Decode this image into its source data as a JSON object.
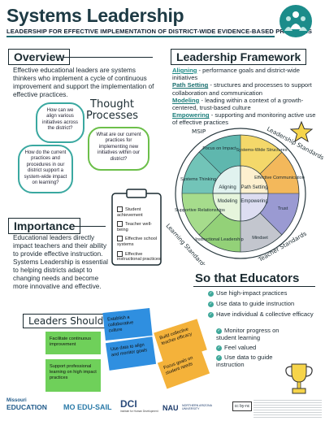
{
  "header": {
    "title": "Systems Leadership",
    "subtitle": "LEADERSHIP FOR EFFECTIVE IMPLEMENTATION OF DISTRICT-WIDE EVIDENCE-BASED PRACTICES"
  },
  "overview": {
    "heading": "Overview",
    "text": "Effective educational leaders are systems thinkers who implement a cycle of continuous improvement and support the implementation of effective practices."
  },
  "thought": {
    "heading_line1": "Thought",
    "heading_line2": "Processes",
    "q1": "How can we align various initiatives across the district?",
    "q2": "What are our current practices for implementing new initiatives within our district?",
    "q3": "How do the current practices and procedures in our district support a system-wide impact on learning?"
  },
  "framework": {
    "heading": "Leadership Framework",
    "items": [
      {
        "key": "Aligning",
        "text": " - performance goals and district-wide initiatives"
      },
      {
        "key": "Path Setting",
        "text": " - structures and processes to support collaboration and communication"
      },
      {
        "key": "Modeling",
        "text": " - leading within a context of a growth-centered, trust-based culture"
      },
      {
        "key": "Empowering",
        "text": " - supporting and monitoring active use of effective practices"
      }
    ]
  },
  "wheel": {
    "outer_top_left": "MSIP",
    "outer_top_right": "Leadership Standards",
    "outer_bottom_left": "Learning Standards",
    "outer_bottom_right": "Teacher Standards",
    "seg_focus": "Focus on Impact",
    "seg_structures": "Systems-Wide Structures",
    "seg_comm": "Effective Communication",
    "seg_trust": "Trust",
    "seg_mindset": "Mindset",
    "seg_instr": "Instructional Leadership",
    "seg_support": "Supportive Relationships",
    "seg_thinking": "Systems Thinking",
    "inner_aligning": "Aligning",
    "inner_path": "Path Setting",
    "inner_empowering": "Empowering",
    "inner_modeling": "Modeling"
  },
  "checklist": {
    "items": [
      "Student achievement",
      "Teacher well-being",
      "Effective school systems",
      "Effective instructional practices"
    ]
  },
  "importance": {
    "heading": "Importance",
    "text": "Educational leaders directly impact teachers and their ability to provide effective instruction. Systems Leadership is essential to helping districts adapt to changing needs and become more innovative and effective."
  },
  "so_that": {
    "heading": "So that Educators",
    "items": [
      "Use high-impact practices",
      "Use data to guide instruction",
      "Have individual & collective efficacy"
    ],
    "sub_items": [
      "Monitor progress on student learning",
      "Feel valued",
      "Use data to guide instruction"
    ]
  },
  "leaders": {
    "heading": "Leaders Should",
    "green_notes": [
      "Facilitate continuous improvement",
      "Support professional learning on high impact practices"
    ],
    "blue_notes": [
      "Establish a collaborative culture",
      "Use data to align and monitor goals"
    ],
    "orange_notes": [
      "Build collective teacher efficacy",
      "Focus goals on student needs"
    ]
  },
  "footer": {
    "logo1_line1": "Missouri",
    "logo1_line2": "EDUCATION",
    "logo2": "MO EDU-SAIL",
    "logo3": "DCI",
    "logo3_sub": "Institute for Human Development",
    "logo4": "NAU",
    "logo4_sub": "NORTHERN ARIZONA UNIVERSITY",
    "license": "cc by-nc"
  },
  "colors": {
    "teal": "#3aa8a0",
    "green": "#6cbf4a",
    "yellow": "#f2c94c",
    "orange": "#f0a53a",
    "purple": "#8a8ac8",
    "gray": "#b8bcc4",
    "sticky_green": "#6fd05a",
    "sticky_blue": "#2f8fe0",
    "sticky_orange": "#f4b23a"
  }
}
